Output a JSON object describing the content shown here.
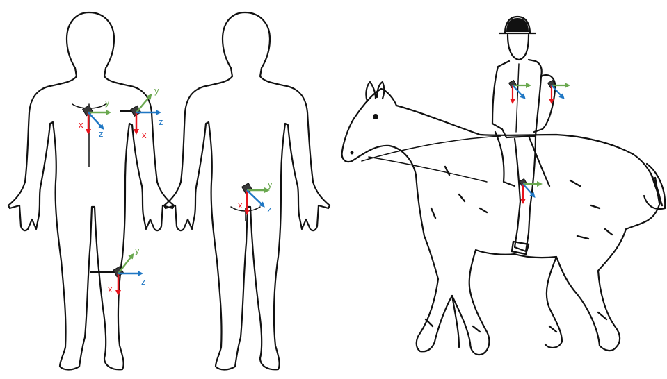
{
  "colors": {
    "x_axis": "#e8141c",
    "y_axis": "#6aa84f",
    "z_axis": "#1f77c4",
    "outline": "#111111",
    "sensor": "#3a3a3a"
  },
  "axis_labels": {
    "x": "x",
    "y": "y",
    "z": "z"
  },
  "sensors": [
    {
      "id": "front-chest",
      "view": "human-front",
      "label_x": "x",
      "label_y": "y",
      "label_z": "z"
    },
    {
      "id": "front-upper-arm",
      "view": "human-front",
      "label_x": "x",
      "label_y": "y",
      "label_z": "z"
    },
    {
      "id": "front-thigh",
      "view": "human-front",
      "label_x": "x",
      "label_y": "y",
      "label_z": "z"
    },
    {
      "id": "back-lower-back",
      "view": "human-back",
      "label_x": "x",
      "label_y": "y",
      "label_z": "z"
    },
    {
      "id": "rider-chest",
      "view": "rider"
    },
    {
      "id": "rider-upper-arm",
      "view": "rider"
    },
    {
      "id": "rider-thigh",
      "view": "rider"
    }
  ],
  "icons": [
    "human-front-outline",
    "human-back-outline",
    "horse-and-rider-illustration",
    "imu-sensor-icon"
  ]
}
